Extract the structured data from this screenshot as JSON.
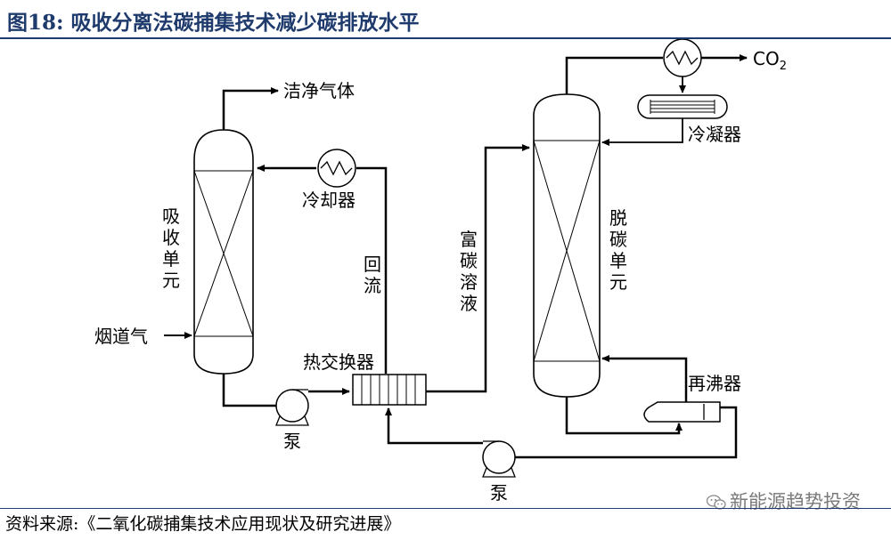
{
  "title": "图18:  吸收分离法碳捕集技术减少碳排放水平",
  "source": "资料来源:《二氧化碳捕集技术应用现状及研究进展》",
  "watermark": "新能源趋势投资",
  "labels": {
    "clean_gas": "洁净气体",
    "cooler": "冷却器",
    "absorber": [
      "吸",
      "收",
      "单",
      "元"
    ],
    "flue_gas": "烟道气",
    "reflux": [
      "回",
      "流"
    ],
    "rich_solution": [
      "富",
      "碳",
      "溶",
      "液"
    ],
    "heat_exchanger": "热交换器",
    "pump": "泵",
    "pump2": "泵",
    "desorber": [
      "脱",
      "碳",
      "单",
      "元"
    ],
    "co2": "CO",
    "co2_sub": "2",
    "condenser": "冷凝器",
    "reboiler": "再沸器"
  }
}
